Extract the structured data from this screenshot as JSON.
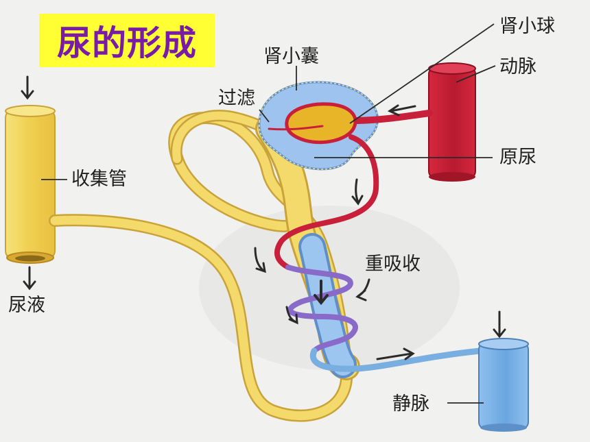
{
  "title": {
    "text": "尿的形成",
    "background": "#ffff33",
    "color": "#7a1aa8"
  },
  "labels": {
    "glomerulus": "肾小球",
    "capsule": "肾小囊",
    "artery": "动脉",
    "filtration": "过滤",
    "primary_urine": "原尿",
    "collecting_duct": "收集管",
    "reabsorption": "重吸收",
    "urine": "尿液",
    "vein": "静脉"
  },
  "colors": {
    "tubule": "#f0d060",
    "tubule_outline": "#c9a33a",
    "artery": "#c8203a",
    "vein": "#78aee0",
    "capsule": "#9ec3ee",
    "glomerulus": "#e9b528"
  },
  "icons": [
    "down-arrow-icon",
    "flow-arrow-icon"
  ]
}
